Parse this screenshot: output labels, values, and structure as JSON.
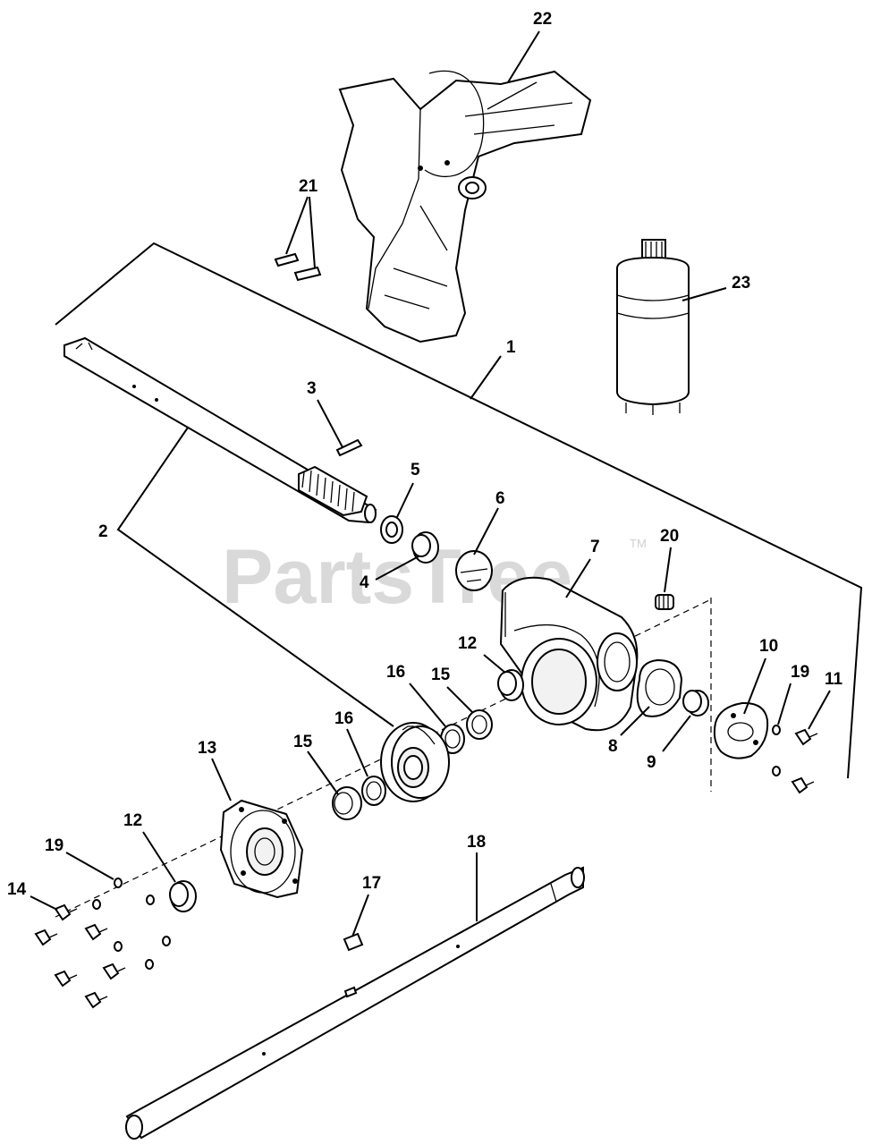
{
  "diagram": {
    "watermark": "PartsTree",
    "watermark_tm": "TM",
    "callouts": {
      "c1": "1",
      "c2": "2",
      "c3": "3",
      "c4": "4",
      "c5": "5",
      "c6": "6",
      "c7": "7",
      "c8": "8",
      "c9": "9",
      "c10": "10",
      "c11": "11",
      "c12a": "12",
      "c12b": "12",
      "c13": "13",
      "c14": "14",
      "c15a": "15",
      "c15b": "15",
      "c16a": "16",
      "c16b": "16",
      "c17": "17",
      "c18": "18",
      "c19a": "19",
      "c19b": "19",
      "c20": "20",
      "c21": "21",
      "c22": "22",
      "c23": "23"
    }
  }
}
